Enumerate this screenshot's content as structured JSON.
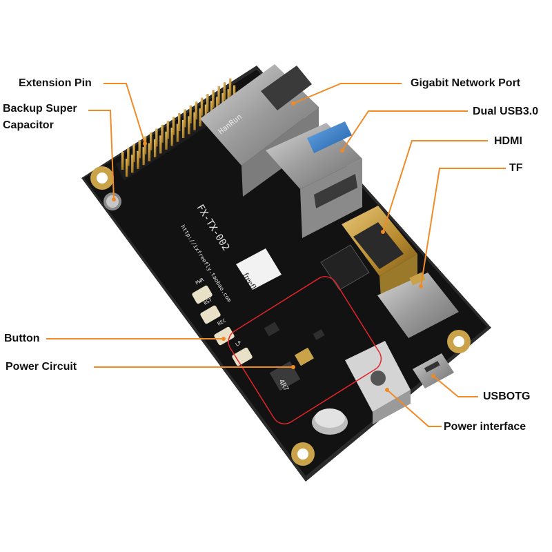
{
  "colors": {
    "leader_line": "#f08a24",
    "pcb": "#141414",
    "pcb_edge": "#2a2a2a",
    "pad_gold": "#c9a24a",
    "highlight_box": "#e0242a"
  },
  "labels": {
    "extension_pin": "Extension Pin",
    "backup_super_capacitor_line1": "Backup Super",
    "backup_super_capacitor_line2": "Capacitor",
    "button": "Button",
    "power_circuit": "Power Circuit",
    "gigabit_network_port": "Gigabit Network Port",
    "dual_usb3": "Dual USB3.0",
    "hdmi": "HDMI",
    "tf": "TF",
    "usbotg": "USBOTG",
    "power_interface": "Power interface"
  },
  "board": {
    "model": "FX-TX-002",
    "url": "http://ixfreefly.taobao.com",
    "brand": "freefly",
    "jack_brand": "HanRun",
    "inductor": "4R7",
    "buttons": [
      "PWR",
      "RST",
      "REC",
      "LP"
    ]
  }
}
